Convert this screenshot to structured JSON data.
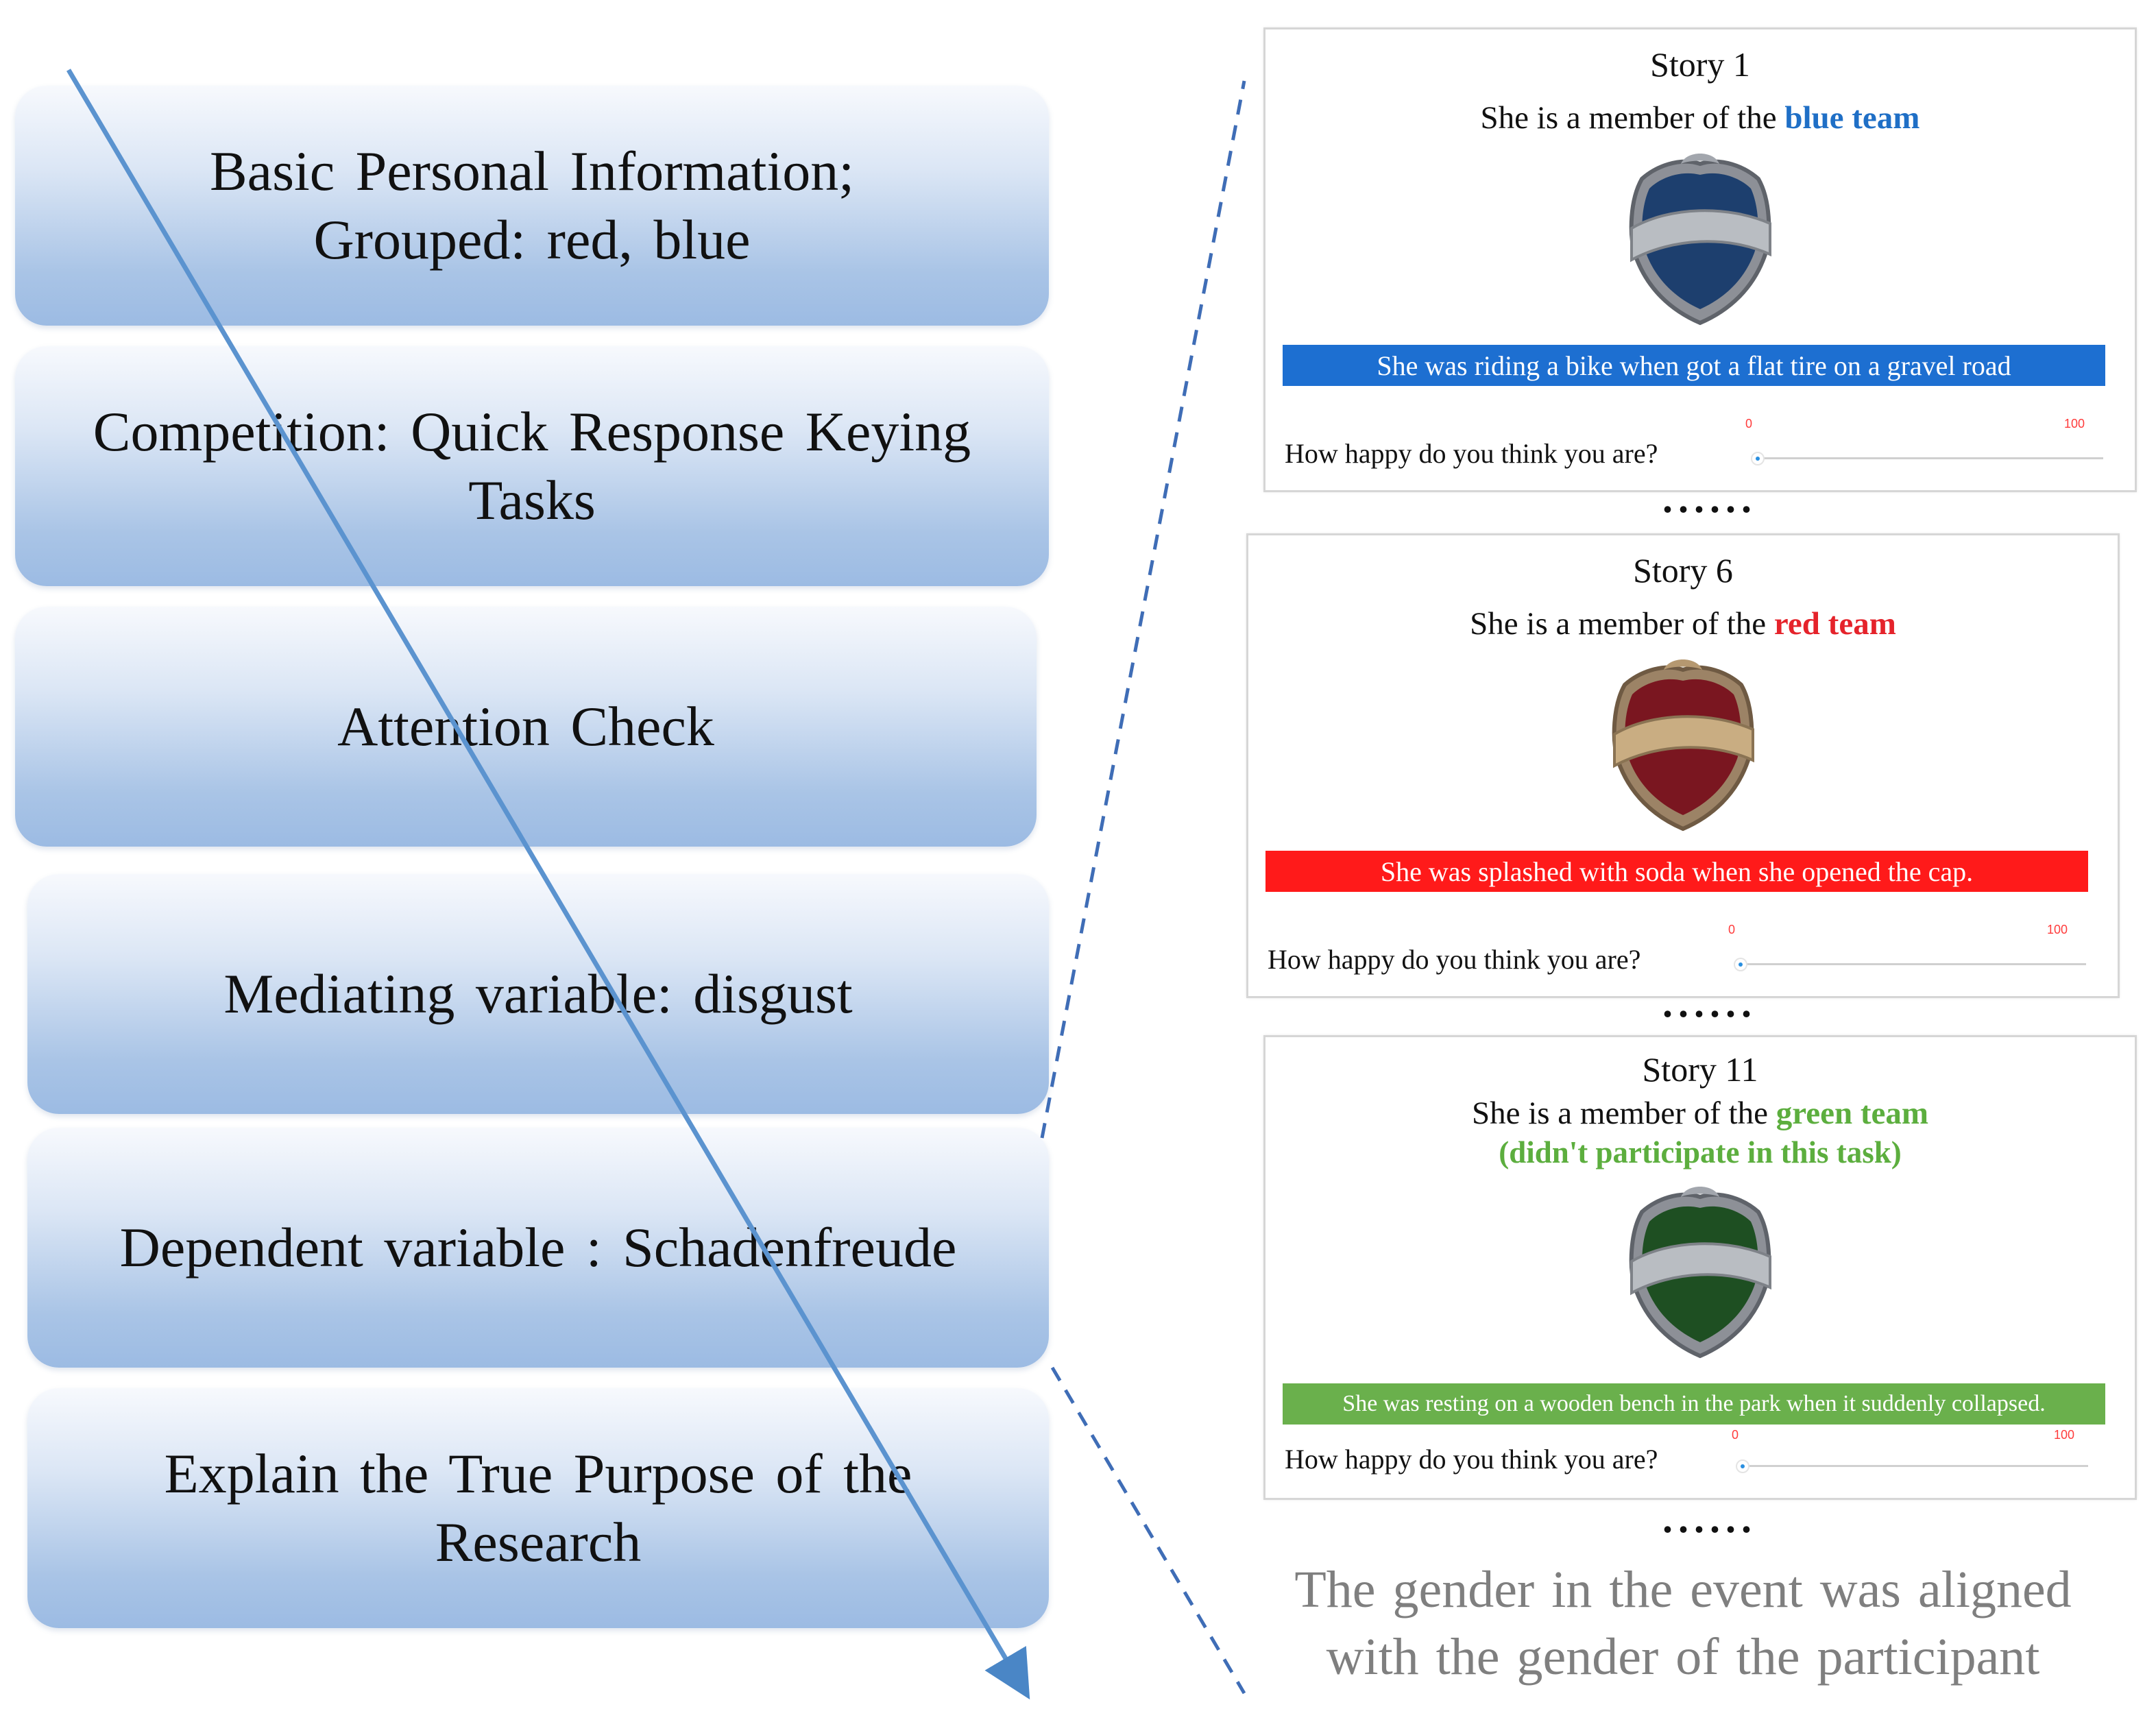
{
  "flow_steps": [
    {
      "lines": [
        "Basic Personal Information;",
        "Grouped: red, blue"
      ]
    },
    {
      "lines": [
        "Competition: Quick Response Keying",
        "Tasks"
      ]
    },
    {
      "lines": [
        "Attention Check"
      ]
    },
    {
      "lines": [
        "Mediating variable: disgust"
      ]
    },
    {
      "lines": [
        "Dependent variable : Schadenfreude"
      ]
    },
    {
      "lines": [
        "Explain the True Purpose of the",
        "Research"
      ]
    }
  ],
  "stories": [
    {
      "title": "Story 1",
      "member_prefix": "She is a member of the",
      "team": "blue team",
      "team_color": "#1f6fc6",
      "note": "",
      "badge_color": "#1d3f6e",
      "badge_icon": "blue-team-shield-icon",
      "event": "She was riding a bike when got a flat tire on a gravel road",
      "banner_color": "#1d6fd1",
      "question": "How happy do you think you are?",
      "slider_min": "0",
      "slider_max": "100"
    },
    {
      "title": "Story 6",
      "member_prefix": "She is a member of the",
      "team": "red team",
      "team_color": "#e5232b",
      "note": "",
      "badge_color": "#7a1620",
      "badge_icon": "red-team-shield-icon",
      "event": "She was splashed with soda when she opened the cap.",
      "banner_color": "#ff1a1a",
      "question": "How happy do you think you are?",
      "slider_min": "0",
      "slider_max": "100"
    },
    {
      "title": "Story 11",
      "member_prefix": "She is a member of the",
      "team": "green team",
      "team_color": "#5cae3e",
      "note": "(didn't participate in this task)",
      "badge_color": "#1e4f22",
      "badge_icon": "green-team-shield-icon",
      "event": "She  was resting on a wooden bench in the park when it suddenly collapsed.",
      "banner_color": "#6ab04c",
      "question": "How happy do you think you are?",
      "slider_min": "0",
      "slider_max": "100"
    }
  ],
  "ellipsis": "......",
  "footnote_lines": [
    "The gender in the event was aligned",
    "with the gender of the participant"
  ]
}
